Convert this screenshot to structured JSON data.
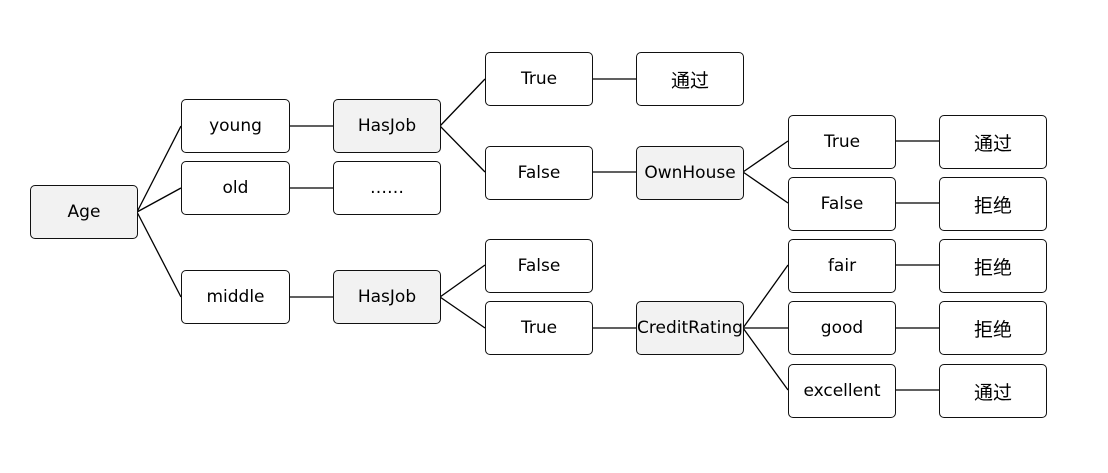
{
  "nodes": {
    "age": "Age",
    "young": "young",
    "old": "old",
    "middle": "middle",
    "hasjob_young": "HasJob",
    "ellipsis": "……",
    "hasjob_middle": "HasJob",
    "true_young_job": "True",
    "false_young_job": "False",
    "pass_1": "通过",
    "ownhouse": "OwnHouse",
    "true_house": "True",
    "false_house": "False",
    "pass_2": "通过",
    "reject_1": "拒绝",
    "false_middle_job": "False",
    "true_middle_job": "True",
    "creditrating": "CreditRating",
    "fair": "fair",
    "good": "good",
    "excellent": "excellent",
    "reject_2": "拒绝",
    "reject_3": "拒绝",
    "pass_3": "通过"
  },
  "colors": {
    "attribute_fill": "#f2f2f2",
    "value_fill": "#ffffff",
    "border": "#111111"
  }
}
